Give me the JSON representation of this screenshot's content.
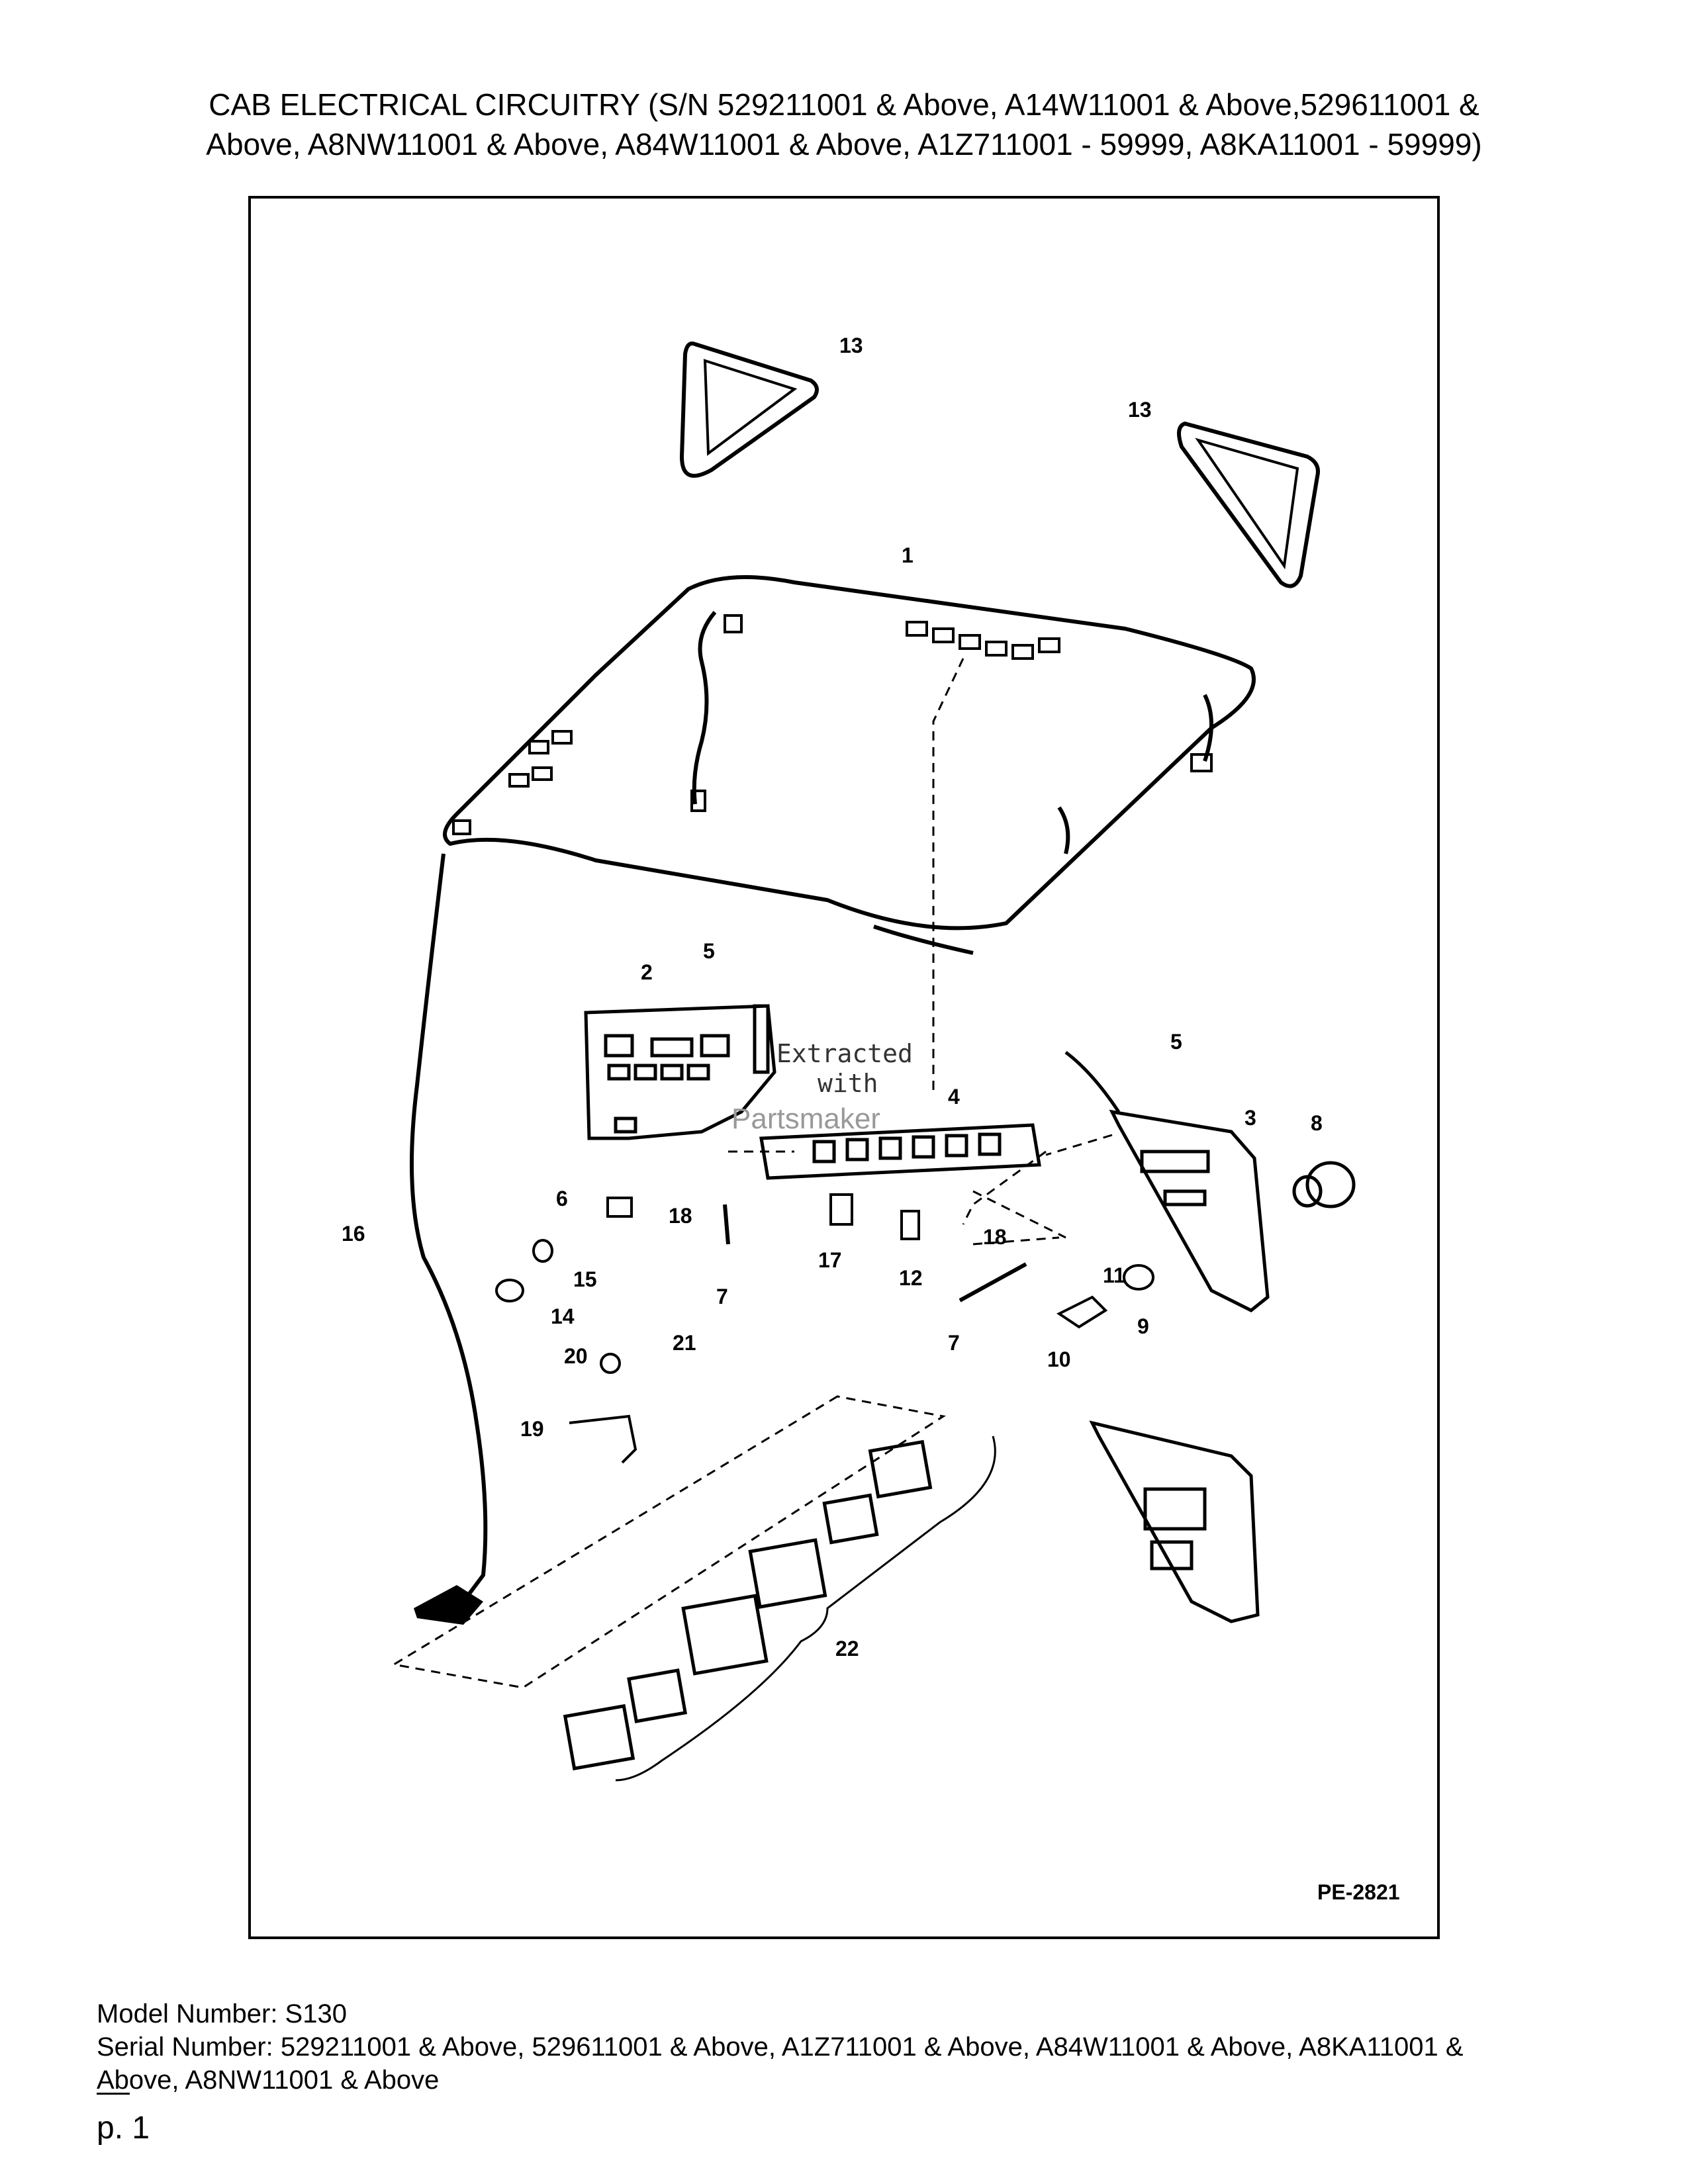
{
  "header": {
    "title_line1": "CAB ELECTRICAL CIRCUITRY (S/N 529211001 & Above, A14W11001 & Above,529611001 &",
    "title_line2": "Above, A8NW11001 & Above, A84W11001 & Above, A1Z711001 - 59999, A8KA11001 - 59999)"
  },
  "diagram": {
    "ref_code": "PE-2821",
    "watermark_line1": "Extracted",
    "watermark_line2": "with",
    "watermark_line3": "Partsmaker",
    "callouts": [
      "1",
      "2",
      "3",
      "4",
      "5",
      "5",
      "6",
      "7",
      "7",
      "8",
      "9",
      "10",
      "11",
      "12",
      "13",
      "13",
      "14",
      "15",
      "16",
      "17",
      "18",
      "18",
      "19",
      "20",
      "21",
      "22"
    ]
  },
  "footer": {
    "model_line": "Model Number: S130",
    "serial_line1": "Serial Number: 529211001 & Above, 529611001 & Above, A1Z711001 & Above, A84W11001 & Above, A8KA11001 &",
    "serial_line2": "Above, A8NW11001 & Above",
    "page": "p. 1"
  }
}
